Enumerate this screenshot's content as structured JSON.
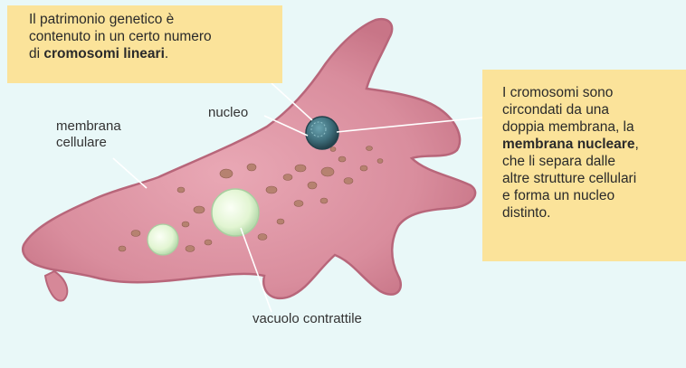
{
  "callouts": {
    "left": {
      "lines": [
        "Il patrimonio genetico è",
        "contenuto in un certo numero"
      ],
      "line3_prefix": "di ",
      "line3_bold": "cromosomi lineari",
      "line3_suffix": "."
    },
    "right": {
      "lines": [
        "I cromosomi sono",
        "circondati da una",
        "doppia membrana, la"
      ],
      "bold": "membrana nucleare",
      "bold_suffix": ",",
      "after": [
        "che li separa dalle",
        "altre strutture cellulari",
        "e forma un nucleo",
        "distinto."
      ]
    }
  },
  "labels": {
    "nucleo": "nucleo",
    "membrana_line1": "membrana",
    "membrana_line2": "cellulare",
    "vacuolo": "vacuolo contrattile"
  },
  "colors": {
    "background": "#e9f8f8",
    "callout": "#fbe39a",
    "cell_fill": "#dc8f9f",
    "cell_edge": "#b8667a",
    "nucleus": "#3f6f7c",
    "vacuole": "#e5f7d6",
    "granule": "#b68270",
    "leader": "#ffffff"
  }
}
